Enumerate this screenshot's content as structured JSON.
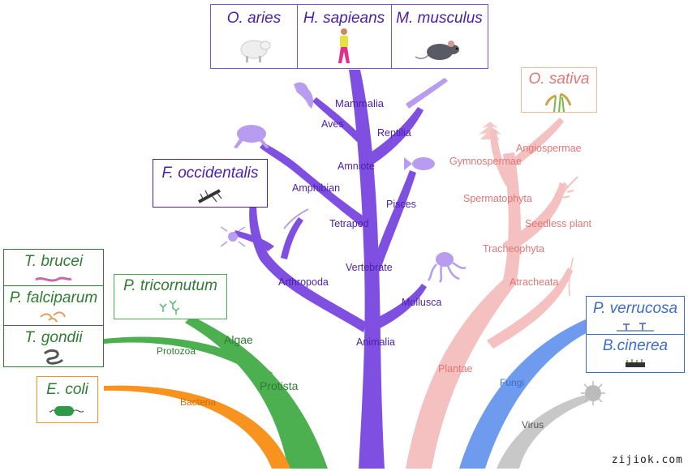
{
  "colors": {
    "animal": "#7e4fe0",
    "animal_text": "#4b1fa8",
    "plant": "#f2b8b8",
    "plant_text": "#e27676",
    "protist": "#4caf50",
    "protist_text": "#2e7d32",
    "bacteria": "#f7931e",
    "bacteria_text": "#c9700e",
    "fungi": "#6f9bef",
    "fungi_text": "#3d6cc9",
    "virus": "#c8c8c8",
    "virus_text": "#555555"
  },
  "nodes": {
    "mammalia": "Mammalia",
    "aves": "Aves",
    "reptilia": "Reptilia",
    "amniote": "Amniote",
    "amphibian": "Amphibian",
    "pisces": "Pisces",
    "tetrapod": "Tetrapod",
    "vertebrate": "Vertebrate",
    "arthropoda": "Arthropoda",
    "mollusca": "Mollusca",
    "animalia": "Animalia",
    "angiospermae": "Angiospermae",
    "gymnospermae": "Gymnospermae",
    "spermatophyta": "Spermatophyta",
    "seedless_plant": "Seedless plant",
    "tracheophyta": "Tracheophyta",
    "atracheata": "Atracheata",
    "plantae": "Plantae",
    "algae": "Algae",
    "protozoa": "Protozoa",
    "protista": "Protista",
    "bacteria": "Bacteria",
    "fungi": "Fungi",
    "virus": "Virus"
  },
  "organisms": {
    "o_aries": "O. aries",
    "h_sapiens": "H. sapieans",
    "m_musculus": "M. musculus",
    "o_sativa": "O. sativa",
    "f_occidentalis": "F. occidentalis",
    "t_brucei": "T. brucei",
    "p_falciparum": "P. falciparum",
    "t_gondii": "T. gondii",
    "p_tricornutum": "P. tricornutum",
    "e_coli": "E. coli",
    "p_verrucosa": "P. verrucosa",
    "b_cinerea": "B.cinerea"
  },
  "icons": {
    "sheep": "sheep-icon",
    "human": "human-icon",
    "mouse": "mouse-icon",
    "rice": "rice-icon",
    "thrips": "thrips-icon",
    "trypanosome": "trypanosome-icon",
    "plasmodium": "plasmodium-icon",
    "toxoplasma": "toxoplasma-icon",
    "diatom": "diatom-icon",
    "bacterium": "bacterium-icon",
    "fungus_colony": "fungus-icon",
    "mold": "mold-icon"
  },
  "watermark": "zijiok.com"
}
